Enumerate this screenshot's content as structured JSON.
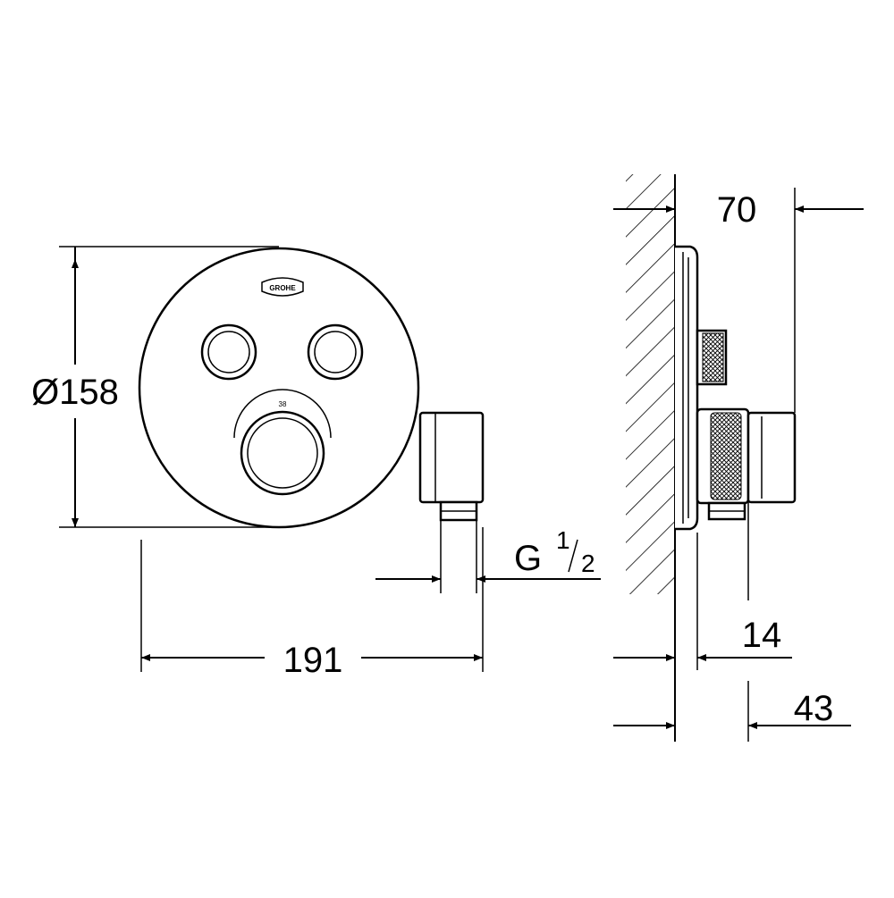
{
  "drawing": {
    "brand": "GROHE",
    "thermostat_scale": "38",
    "dimensions": {
      "diameter": "Ø158",
      "width": "191",
      "thread_main": "G",
      "thread_num": "1",
      "thread_den": "2",
      "depth_total": "70",
      "depth_plate": "14",
      "depth_outlet": "43"
    }
  }
}
